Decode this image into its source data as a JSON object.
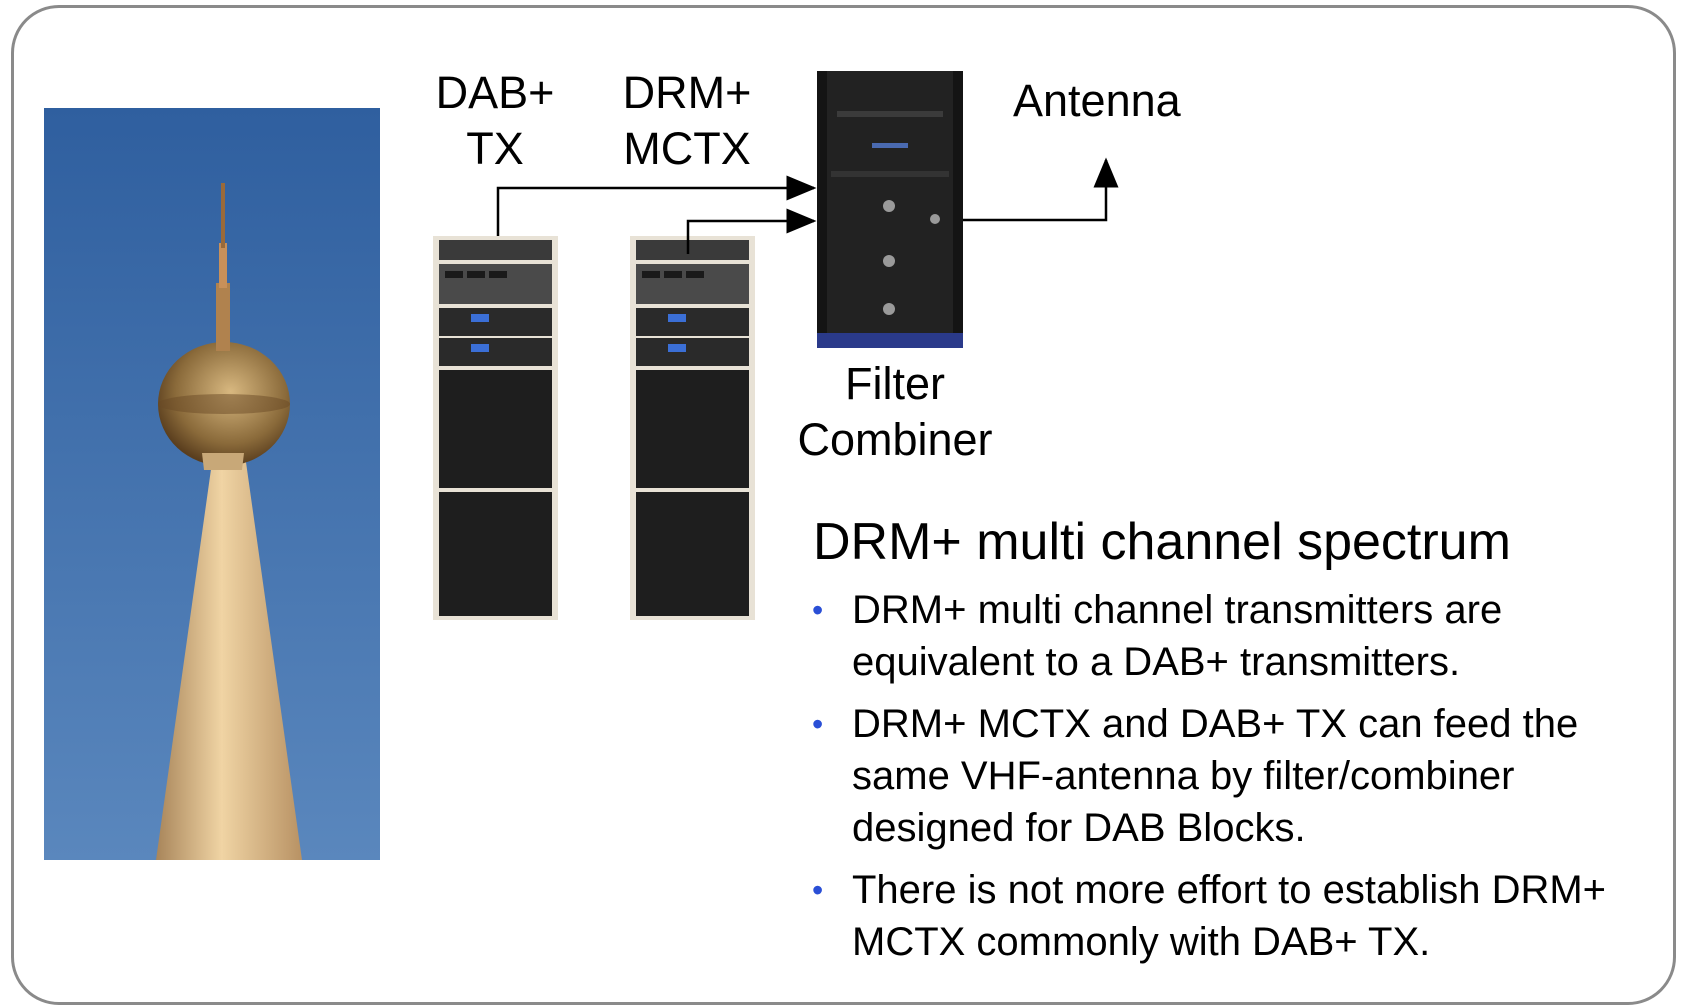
{
  "diagram": {
    "dab_label": "DAB+\nTX",
    "drm_label": "DRM+\nMCTX",
    "antenna_label": "Antenna",
    "filter_label": "Filter\nCombiner"
  },
  "spectrum": {
    "title": "DRM+ multi channel spectrum",
    "bullets": [
      "DRM+ multi channel transmitters are equivalent to a DAB+ transmitters.",
      "DRM+ MCTX and DAB+ TX can feed the same VHF-antenna by filter/combiner designed for DAB Blocks.",
      "There is not more effort to establish DRM+ MCTX commonly with DAB+ TX."
    ]
  },
  "colors": {
    "frame": "#8a8a8a",
    "bullet": "#2a4fd6",
    "sky": "#3f6fae"
  },
  "icons": {
    "bullet": "bullet-dot-icon"
  }
}
